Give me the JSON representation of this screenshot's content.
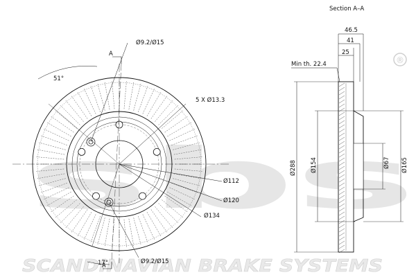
{
  "watermark": {
    "logo": "sbs",
    "registered": "®",
    "company": "SCANDINAVIAN BRAKE SYSTEMS"
  },
  "front_view": {
    "section_mark_top": "A",
    "section_mark_bottom": "A",
    "angle_top": "51°",
    "angle_bottom": "17°",
    "hole_top": "Ø9.2/Ø15",
    "hole_bottom": "Ø9.2/Ø15",
    "bolt_pattern": "5 X Ø13.3",
    "dia_112": "Ø112",
    "dia_120": "Ø120",
    "dia_134": "Ø134"
  },
  "section_view": {
    "title": "Section A–A",
    "width_total": "46.5",
    "width_41": "41",
    "width_25": "25",
    "min_thickness": "Min th. 22.4",
    "dia_288": "Ø288",
    "dia_154": "Ø154",
    "dia_67": "Ø67",
    "dia_165": "Ø165"
  }
}
